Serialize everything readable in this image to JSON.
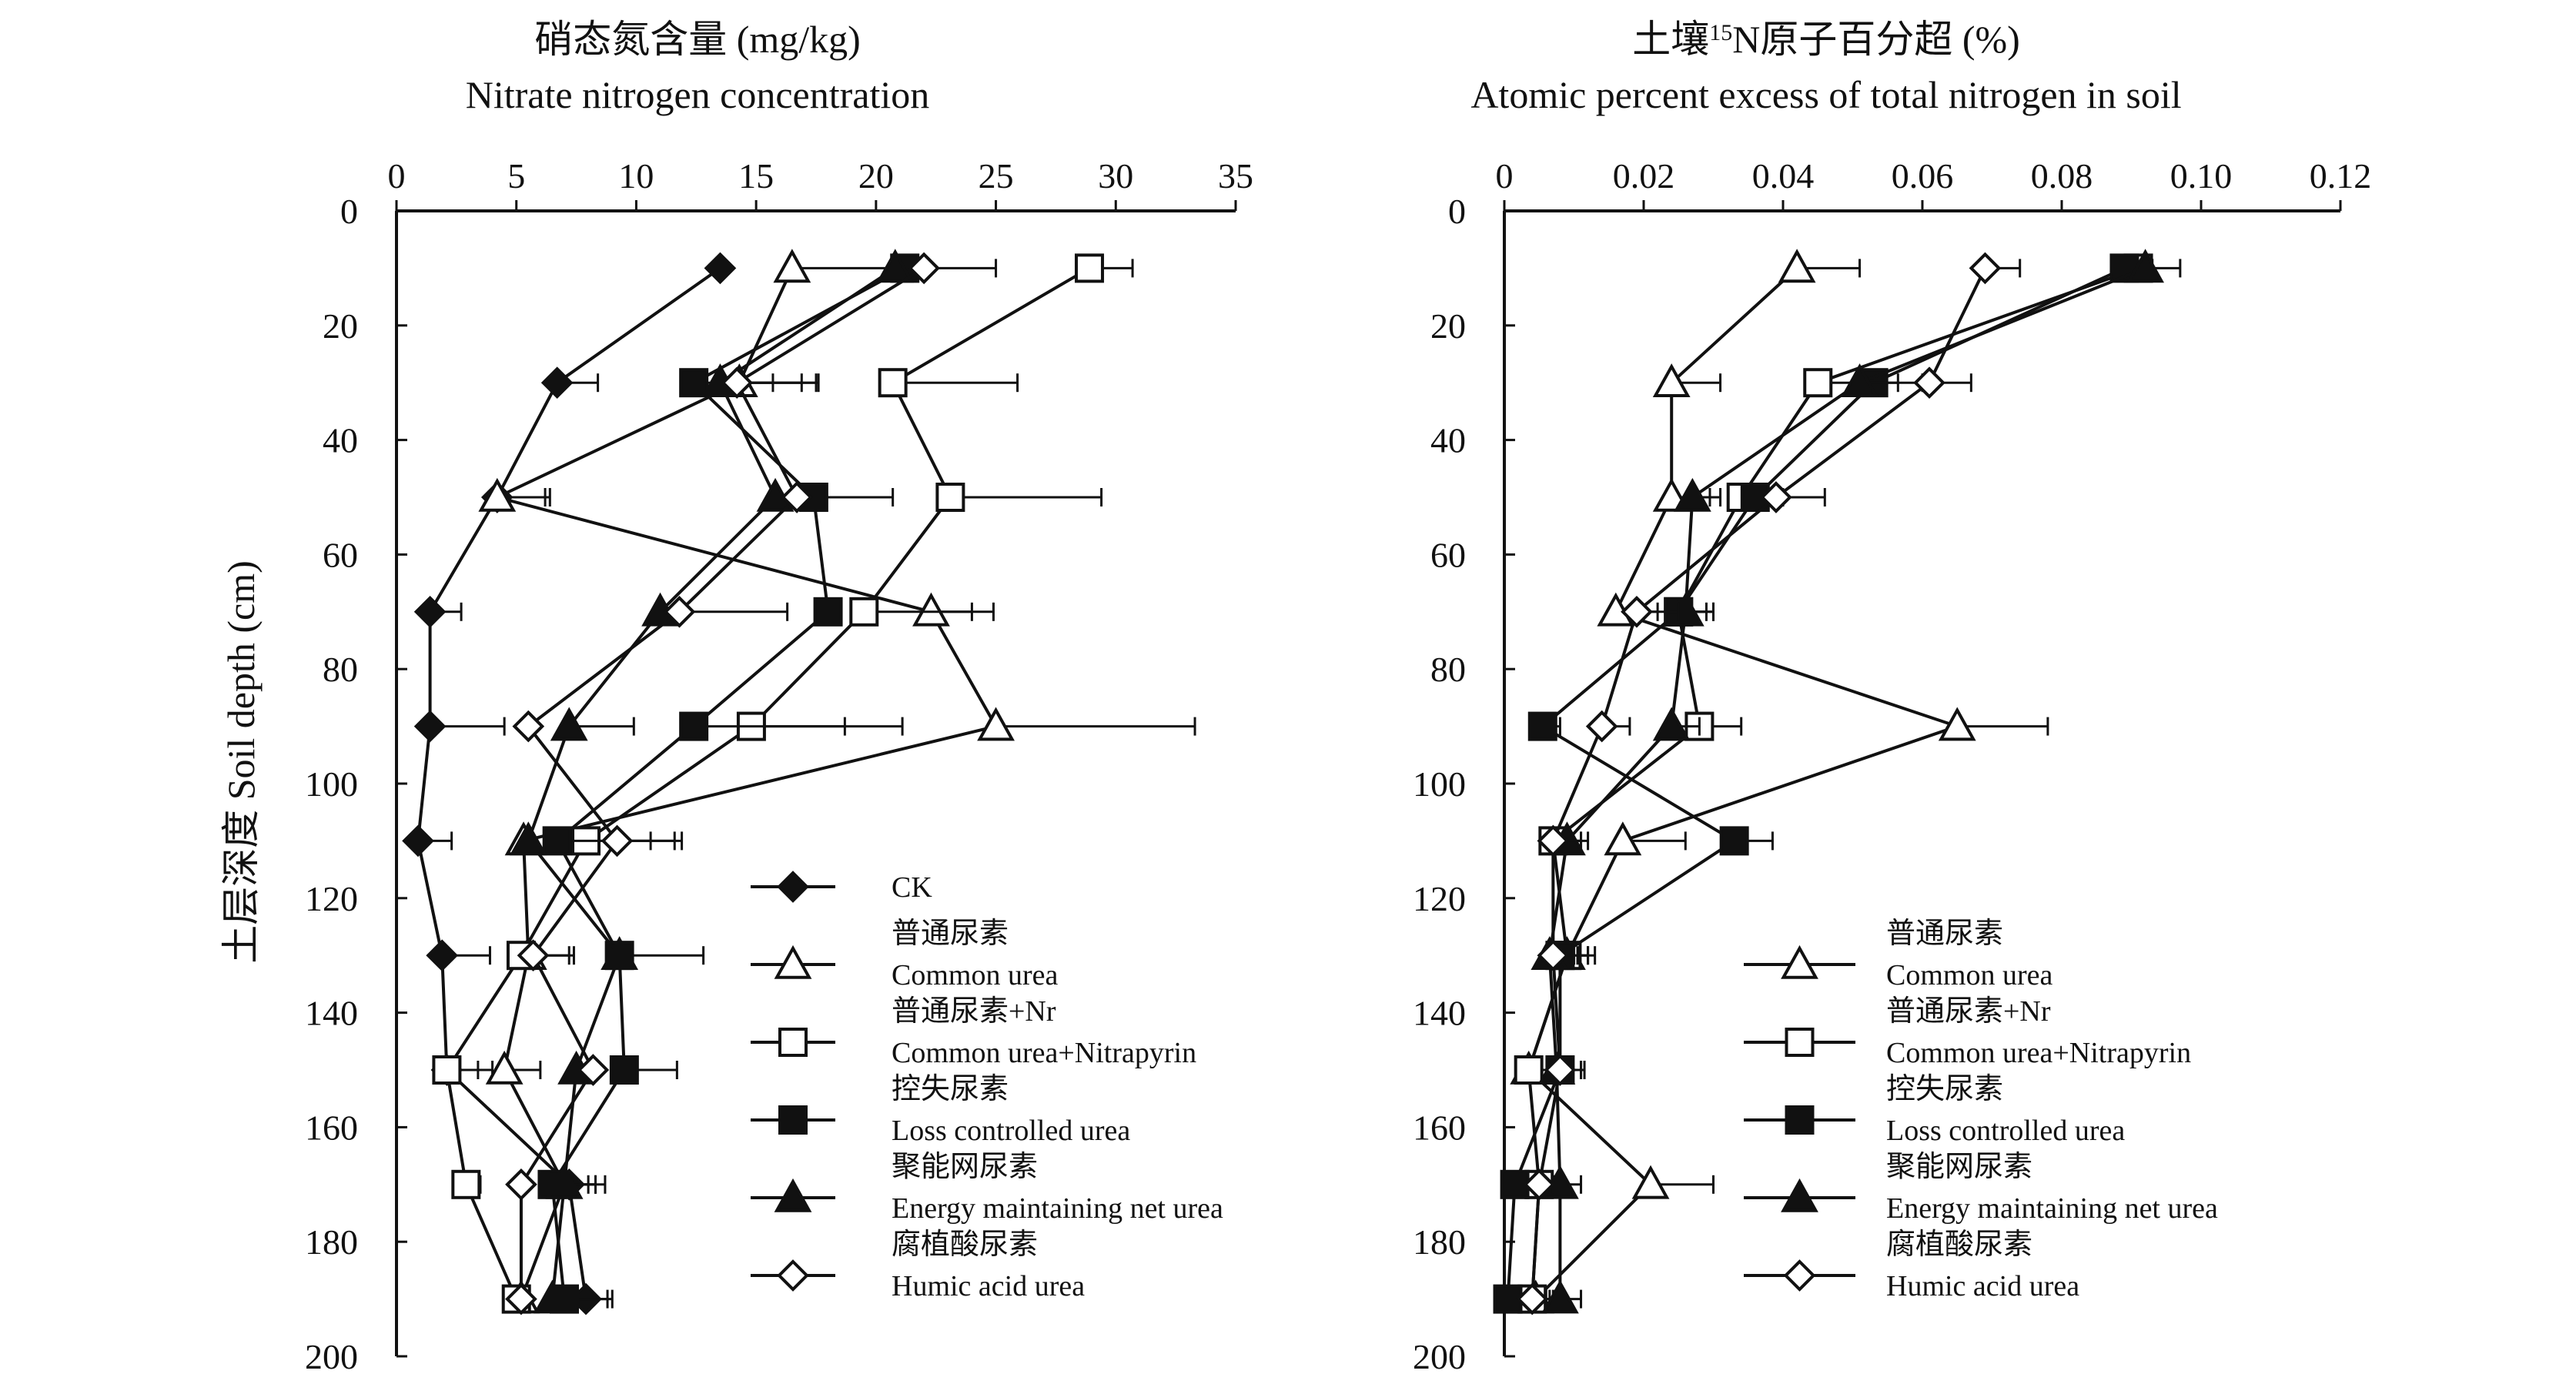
{
  "y_axis_label": "土层深度 Soil depth (cm)",
  "legend": [
    {
      "key": "ck",
      "marker": "diamond",
      "fill": "#111111",
      "label_cn": "",
      "label_en": "CK"
    },
    {
      "key": "common",
      "marker": "triangle",
      "fill": "#ffffff",
      "label_cn": "普通尿素",
      "label_en": "Common urea"
    },
    {
      "key": "nitrapyrin",
      "marker": "square",
      "fill": "#ffffff",
      "label_cn": "普通尿素+Nr",
      "label_en": "Common urea+Nitrapyrin"
    },
    {
      "key": "loss",
      "marker": "square",
      "fill": "#111111",
      "label_cn": "控失尿素",
      "label_en": "Loss controlled urea"
    },
    {
      "key": "energy",
      "marker": "triangle",
      "fill": "#111111",
      "label_cn": "聚能网尿素",
      "label_en": "Energy maintaining net urea"
    },
    {
      "key": "humic",
      "marker": "diamond",
      "fill": "#ffffff",
      "label_cn": "腐植酸尿素",
      "label_en": "Humic acid urea"
    }
  ],
  "chart_data": [
    {
      "type": "line",
      "title": "硝态氮含量 (mg/kg)",
      "subtitle": "Nitrate nitrogen concentration",
      "xlabel": "硝态氮含量 (mg/kg) Nitrate nitrogen concentration",
      "ylabel": "土层深度 Soil depth (cm)",
      "x_axis_position": "top",
      "y_axis_reversed": true,
      "xlim": [
        0,
        35
      ],
      "ylim": [
        0,
        200
      ],
      "x_ticks": [
        0,
        5,
        10,
        15,
        20,
        25,
        30,
        35
      ],
      "x_tick_labels": [
        "0",
        "5",
        "10",
        "15",
        "20",
        "25",
        "30",
        "35"
      ],
      "y_ticks": [
        0,
        20,
        40,
        60,
        80,
        100,
        120,
        140,
        160,
        180,
        200
      ],
      "y_tick_labels": [
        "0",
        "20",
        "40",
        "60",
        "80",
        "100",
        "120",
        "140",
        "160",
        "180",
        "200"
      ],
      "grid": false,
      "legend_position": "bottom-right",
      "depths": [
        10,
        30,
        50,
        70,
        90,
        110,
        130,
        150,
        170,
        190
      ],
      "series": [
        {
          "key": "ck",
          "name": "CK",
          "values": [
            13.5,
            6.7,
            4.2,
            1.4,
            1.4,
            0.9,
            1.9,
            2.1,
            7.2,
            7.9
          ],
          "errors": [
            0,
            1.7,
            2.2,
            1.3,
            3.1,
            1.4,
            2.0,
            1.9,
            1.5,
            1.1
          ]
        },
        {
          "key": "common",
          "name": "普通尿素 Common urea",
          "values": [
            16.5,
            14.3,
            4.2,
            22.3,
            25.0,
            5.3,
            5.5,
            4.5,
            7.0,
            5.2
          ],
          "errors": [
            4.2,
            2.6,
            2.0,
            2.6,
            8.3,
            0,
            1.9,
            1.5,
            1.3,
            0
          ]
        },
        {
          "key": "nitrapyrin",
          "name": "普通尿素+Nr Common urea+Nitrapyrin",
          "values": [
            28.9,
            20.7,
            23.1,
            19.5,
            14.8,
            7.9,
            5.2,
            2.1,
            2.9,
            5.0
          ],
          "errors": [
            1.8,
            5.2,
            6.3,
            4.5,
            6.3,
            4.0,
            2.0,
            1.3,
            0.6,
            0
          ]
        },
        {
          "key": "loss",
          "name": "控失尿素 Loss controlled urea",
          "values": [
            21.2,
            12.4,
            17.4,
            18.0,
            12.4,
            6.7,
            9.3,
            9.5,
            6.5,
            7.0
          ],
          "errors": [
            0,
            5.1,
            3.3,
            0,
            6.3,
            3.9,
            3.5,
            2.2,
            1.5,
            1.8
          ]
        },
        {
          "key": "energy",
          "name": "聚能网尿素 Energy maintaining net urea",
          "values": [
            20.8,
            13.5,
            15.8,
            11.0,
            7.2,
            5.5,
            9.3,
            7.5,
            7.0,
            6.5
          ],
          "errors": [
            0,
            2.2,
            0,
            0,
            2.7,
            0,
            0,
            0,
            1.3,
            0
          ]
        },
        {
          "key": "humic",
          "name": "腐植酸尿素 Humic acid urea",
          "values": [
            22.0,
            14.2,
            16.7,
            11.8,
            5.5,
            9.2,
            5.7,
            8.2,
            5.2,
            5.2
          ],
          "errors": [
            3.0,
            3.4,
            0,
            4.5,
            0,
            2.4,
            0,
            0,
            0,
            0
          ]
        }
      ]
    },
    {
      "type": "line",
      "title": "土壤¹⁵N原子百分超 (%)",
      "subtitle": "Atomic percent excess of total nitrogen in soil",
      "xlabel": "土壤¹⁵N原子百分超 (%) Atomic percent excess of total nitrogen in soil",
      "ylabel": "",
      "x_axis_position": "top",
      "y_axis_reversed": true,
      "xlim": [
        0,
        0.12
      ],
      "ylim": [
        0,
        200
      ],
      "x_ticks": [
        0,
        0.02,
        0.04,
        0.06,
        0.08,
        0.1,
        0.12
      ],
      "x_tick_labels": [
        "0",
        "0.02",
        "0.04",
        "0.06",
        "0.08",
        "0.10",
        "0.12"
      ],
      "y_ticks": [
        0,
        20,
        40,
        60,
        80,
        100,
        120,
        140,
        160,
        180,
        200
      ],
      "y_tick_labels": [
        "0",
        "20",
        "40",
        "60",
        "80",
        "100",
        "120",
        "140",
        "160",
        "180",
        "200"
      ],
      "grid": false,
      "legend_position": "bottom-right",
      "depths": [
        10,
        30,
        50,
        70,
        90,
        110,
        130,
        150,
        170,
        190
      ],
      "series": [
        {
          "key": "common",
          "name": "普通尿素 Common urea",
          "values": [
            0.042,
            0.024,
            0.024,
            0.016,
            0.065,
            0.017,
            0.009,
            0.0035,
            0.021,
            0.0045
          ],
          "errors": [
            0.009,
            0.007,
            0.0055,
            0.006,
            0.013,
            0.009,
            0.003,
            0.004,
            0.009,
            0.004
          ]
        },
        {
          "key": "nitrapyrin",
          "name": "普通尿素+Nr Common urea+Nitrapyrin",
          "values": [
            0.091,
            0.045,
            0.034,
            0.025,
            0.028,
            0.007,
            0.009,
            0.0035,
            0.005,
            0.004
          ],
          "errors": [
            0.002,
            0.008,
            0.006,
            0.004,
            0.006,
            0.004,
            0.004,
            0.004,
            0.002,
            0.003
          ]
        },
        {
          "key": "loss",
          "name": "控失尿素 Loss controlled urea",
          "values": [
            0.089,
            0.053,
            0.036,
            0.025,
            0.0055,
            0.033,
            0.008,
            0.008,
            0.0015,
            0.0005
          ],
          "errors": [
            0.004,
            0.007,
            0.004,
            0.005,
            0.0025,
            0.0055,
            0.004,
            0.003,
            0.003,
            0.006
          ]
        },
        {
          "key": "energy",
          "name": "聚能网尿素 Energy maintaining net urea",
          "values": [
            0.092,
            0.051,
            0.027,
            0.026,
            0.024,
            0.009,
            0.0065,
            0.0075,
            0.008,
            0.008
          ],
          "errors": [
            0.005,
            0.0055,
            0.004,
            0.004,
            0.004,
            0.003,
            0.004,
            0.004,
            0.003,
            0.003
          ]
        },
        {
          "key": "humic",
          "name": "腐植酸尿素 Humic acid urea",
          "values": [
            0.069,
            0.061,
            0.039,
            0.019,
            0.014,
            0.007,
            0.007,
            0.008,
            0.005,
            0.004
          ],
          "errors": [
            0.005,
            0.006,
            0.007,
            0.006,
            0.004,
            0.004,
            0.003,
            0.003,
            0.002,
            0.002
          ]
        }
      ]
    }
  ]
}
